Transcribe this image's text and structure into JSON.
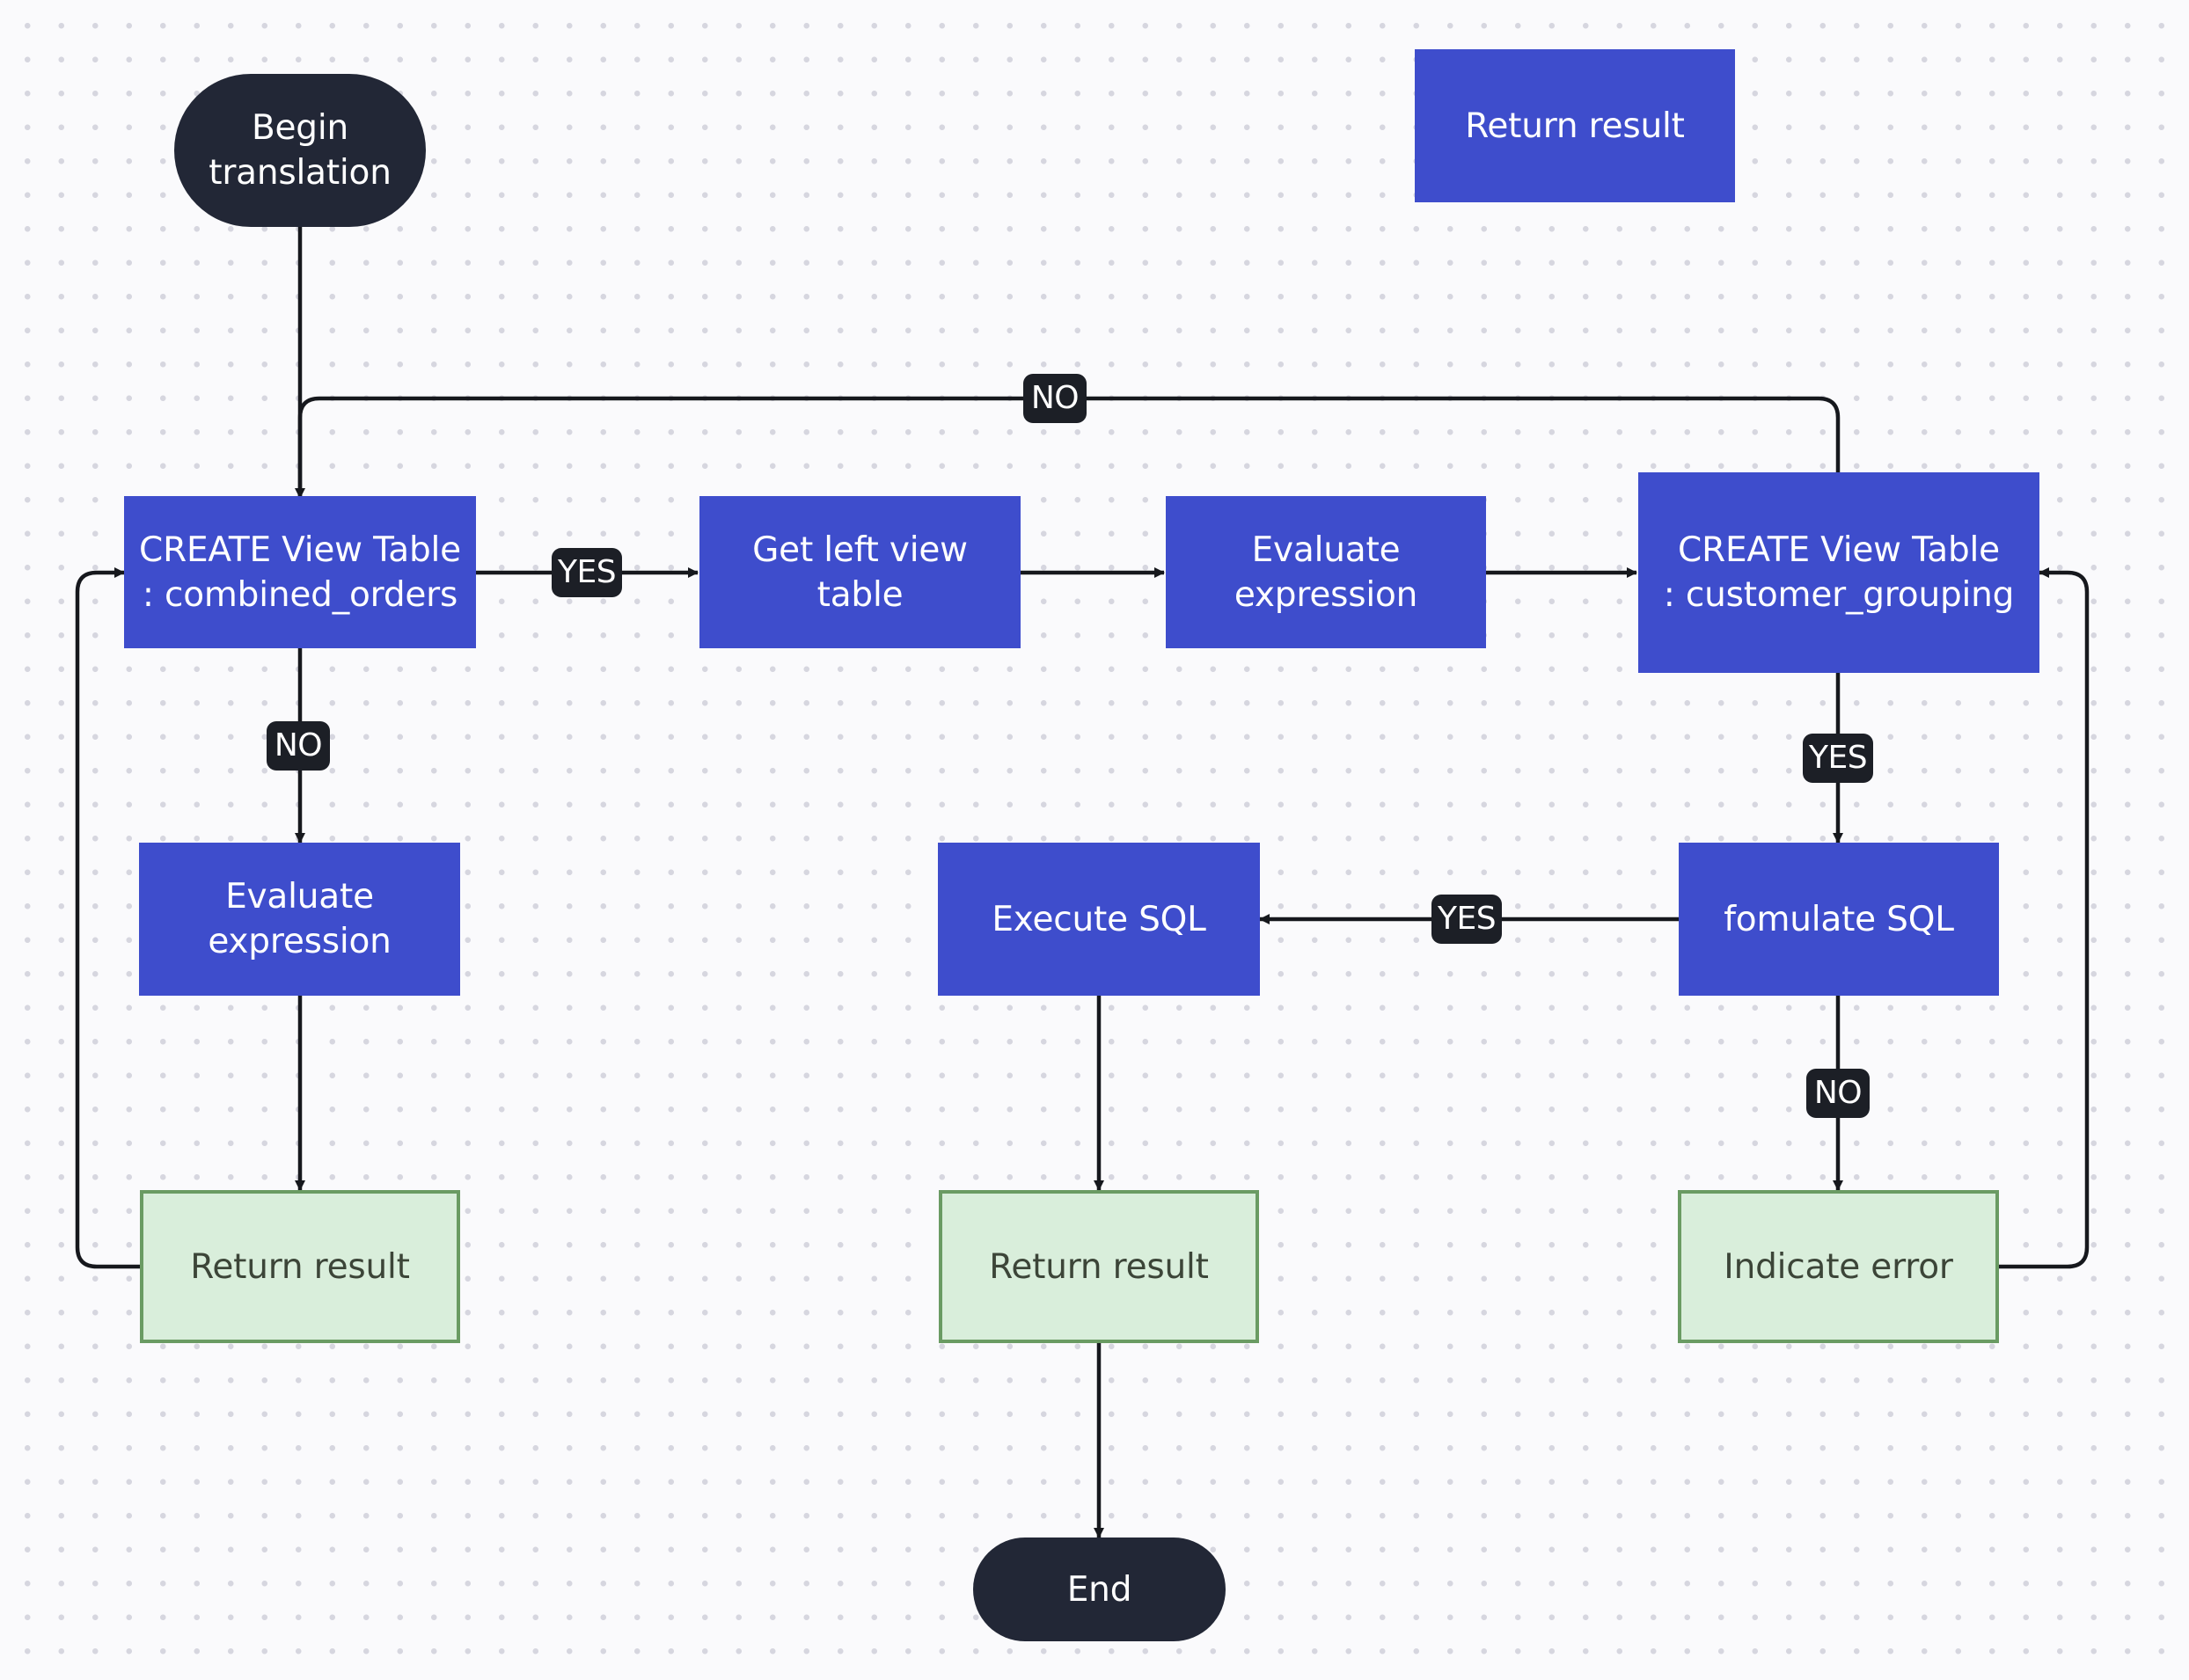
{
  "nodes": {
    "begin": "Begin\ntranslation",
    "return_result_top": "Return result",
    "create_combined": "CREATE View Table\n: combined_orders",
    "get_left_view": "Get left view\ntable",
    "evaluate_expression_mid": "Evaluate\nexpression",
    "create_customer": "CREATE View Table\n: customer_grouping",
    "evaluate_expression_left": "Evaluate\nexpression",
    "execute_sql": "Execute SQL",
    "formulate_sql": "fomulate SQL",
    "return_result_left": "Return result",
    "return_result_mid": "Return result",
    "indicate_error": "Indicate error",
    "end": "End"
  },
  "edge_labels": {
    "top_loop": "NO",
    "combined_to_get_left": "YES",
    "combined_to_evaluate": "NO",
    "customer_to_formulate": "YES",
    "formulate_to_execute": "YES",
    "formulate_to_error": "NO"
  }
}
